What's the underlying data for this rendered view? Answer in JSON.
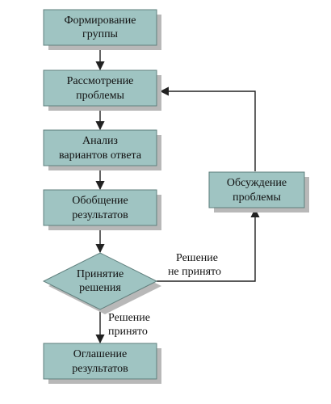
{
  "colors": {
    "box_fill": "#9fc4c2",
    "box_stroke": "#5f7f7d",
    "shadow": "#b8b8b8",
    "line": "#222222"
  },
  "nodes": {
    "form_group": {
      "line1": "Формирование",
      "line2": "группы"
    },
    "consider_problem": {
      "line1": "Рассмотрение",
      "line2": "проблемы"
    },
    "analyze_options": {
      "line1": "Анализ",
      "line2": "вариантов ответа"
    },
    "summarize_results": {
      "line1": "Обобщение",
      "line2": "результатов"
    },
    "decision": {
      "line1": "Принятие",
      "line2": "решения"
    },
    "announce_results": {
      "line1": "Оглашение",
      "line2": "результатов"
    },
    "discuss_problem": {
      "line1": "Обсуждение",
      "line2": "проблемы"
    }
  },
  "edge_labels": {
    "not_accepted": {
      "line1": "Решение",
      "line2": "не принято"
    },
    "accepted": {
      "line1": "Решение",
      "line2": "принято"
    }
  }
}
